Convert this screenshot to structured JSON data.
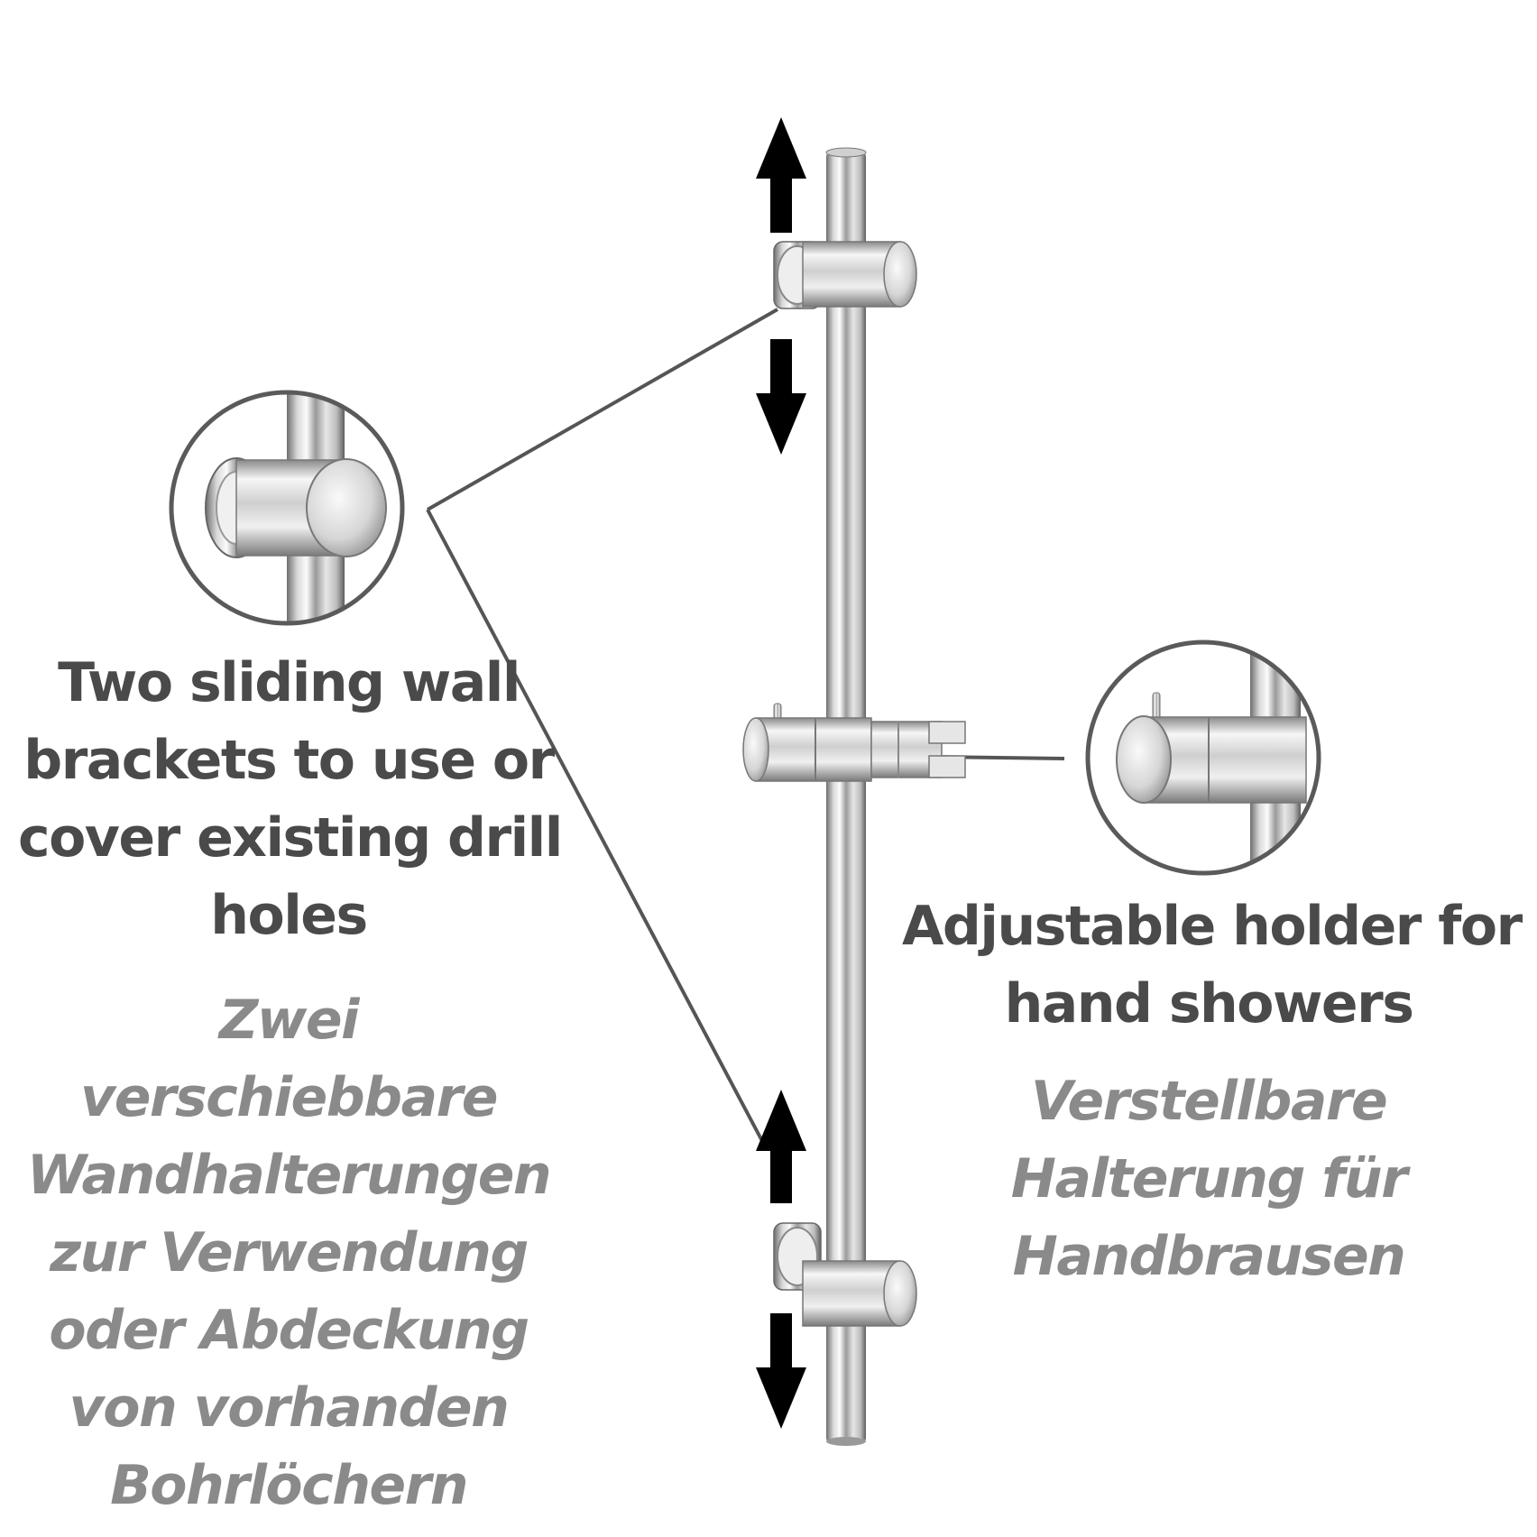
{
  "colors": {
    "english_text": "#4a4a4a",
    "german_text": "#8a8a8a",
    "callout_circle": "#5a5a5a",
    "callout_line": "#555555",
    "arrow": "#000000",
    "chrome_dark": "#8f8f8f",
    "chrome_light": "#f4f4f4"
  },
  "icons": {
    "slide_arrows": "up-down-arrow-icon",
    "zoom_callouts": "magnifier-circle"
  },
  "brackets_feature": {
    "english_lines": [
      "Two sliding wall",
      "brackets to use or",
      "cover existing drill",
      "holes"
    ],
    "german_lines": [
      "Zwei",
      "verschiebbare",
      "Wandhalterungen",
      "zur Verwendung",
      "oder Abdeckung",
      "von vorhanden",
      "Bohrlöchern"
    ]
  },
  "holder_feature": {
    "english_lines": [
      "Adjustable holder for",
      "hand showers"
    ],
    "german_lines": [
      "Verstellbare",
      "Halterung für",
      "Handbrausen"
    ]
  }
}
